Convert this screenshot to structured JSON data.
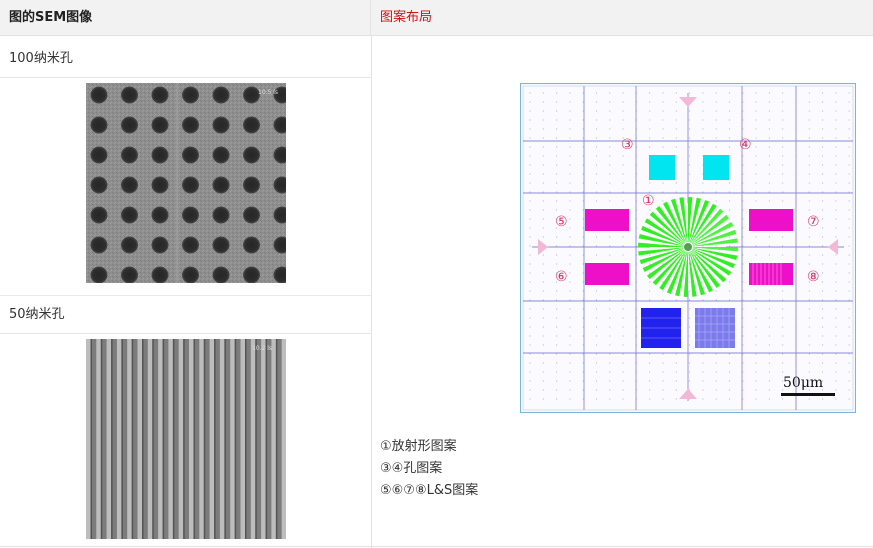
{
  "header": {
    "left": "图的SEM图像",
    "right": "图案布局"
  },
  "sections": {
    "holes100": {
      "label": "100纳米孔",
      "sem_text": "10.5 ls"
    },
    "lines50": {
      "label": "50纳米孔",
      "sem_text": "10.2 ls"
    }
  },
  "layout": {
    "marks": [
      "①",
      "③",
      "④",
      "⑤",
      "⑥",
      "⑦",
      "⑧"
    ],
    "scale_label": "50μm"
  },
  "legend": [
    "①放射形图案",
    "③④孔图案",
    "⑤⑥⑦⑧L&S图案"
  ],
  "colors": {
    "header_accent": "#cc1111",
    "cyan": "#00e5f0",
    "magenta": "#ee10c8",
    "green": "#33ee22",
    "blue": "#2222ee",
    "grid": "#8a8ad8",
    "mark": "#dd3366"
  }
}
